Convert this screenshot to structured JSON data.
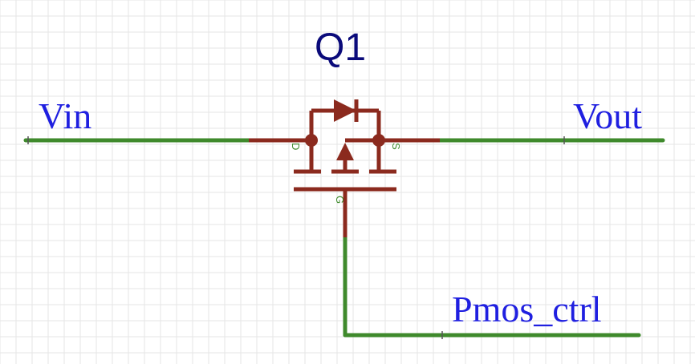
{
  "component": {
    "designator": "Q1",
    "pins": {
      "drain": "D",
      "source": "S",
      "gate": "G"
    }
  },
  "nets": {
    "input": "Vin",
    "output": "Vout",
    "control": "Pmos_ctrl"
  },
  "colors": {
    "wire": "#3f8a2c",
    "component": "#8b2a1e",
    "net_label": "#1f1fe0",
    "designator": "#0a0a7a",
    "pin_label": "#3f8a2c",
    "grid": "#e6e6e6",
    "junction_tick": "#555555"
  }
}
